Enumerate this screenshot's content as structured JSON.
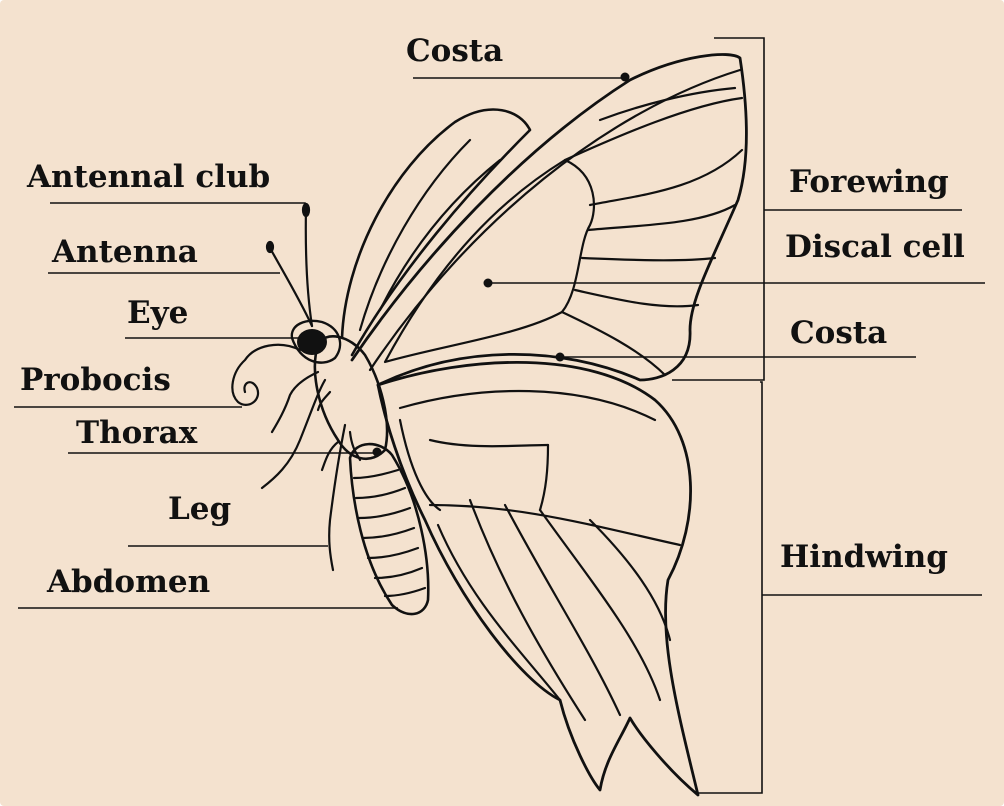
{
  "diagram": {
    "subject": "butterfly",
    "colors": {
      "background": "#f4e2cf",
      "ink": "#111111"
    },
    "labels": {
      "costa_top": "Costa",
      "antennal_club": "Antennal club",
      "antenna": "Antenna",
      "eye": "Eye",
      "proboscis": "Probocis",
      "thorax": "Thorax",
      "leg": "Leg",
      "abdomen": "Abdomen",
      "forewing": "Forewing",
      "discal_cell": "Discal cell",
      "costa_right": "Costa",
      "hindwing": "Hindwing"
    }
  }
}
